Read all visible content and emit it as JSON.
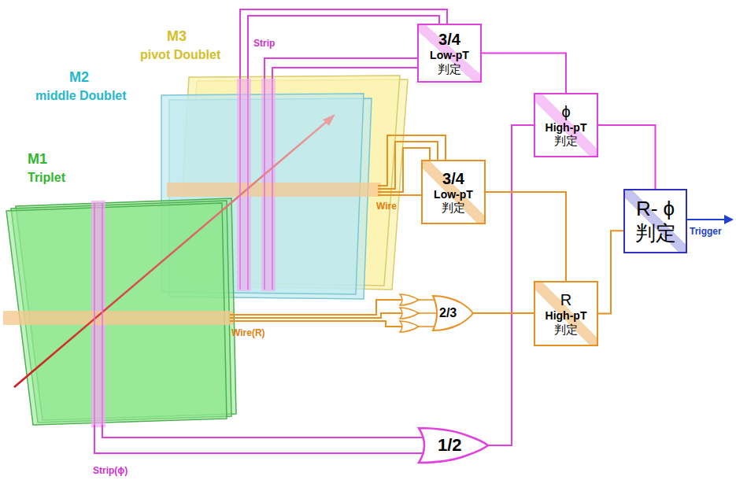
{
  "diagram": {
    "nodes": [
      {
        "text": [
          "3/4",
          "Low-pT",
          "判定"
        ]
      },
      {
        "text": [
          "ϕ",
          "High-pT",
          "判定"
        ]
      },
      {
        "text": [
          "3/4",
          "Low-pT",
          "判定"
        ]
      },
      {
        "text": [
          "R- ϕ",
          "判定"
        ]
      },
      {
        "text": [
          "2/3"
        ]
      },
      {
        "text": [
          "R",
          "High-pT",
          "判定"
        ]
      },
      {
        "text": [
          "1/2"
        ]
      }
    ],
    "edges": [
      {
        "from": 0,
        "to": 1,
        "arrow": "none"
      },
      {
        "from": 6,
        "to": 1,
        "arrow": "none"
      },
      {
        "from": 1,
        "to": 3,
        "arrow": "none"
      },
      {
        "from": 2,
        "to": 5,
        "arrow": "none"
      },
      {
        "from": 4,
        "to": 5,
        "arrow": "none"
      },
      {
        "from": 5,
        "to": 3,
        "arrow": "none"
      }
    ],
    "labels": [
      "M3",
      "pivot Doublet",
      "M2",
      "middle Doublet",
      "M1",
      "Triplet",
      "Strip",
      "Wire",
      "Wire(R)",
      "Strip(ϕ)",
      "Trigger"
    ]
  }
}
